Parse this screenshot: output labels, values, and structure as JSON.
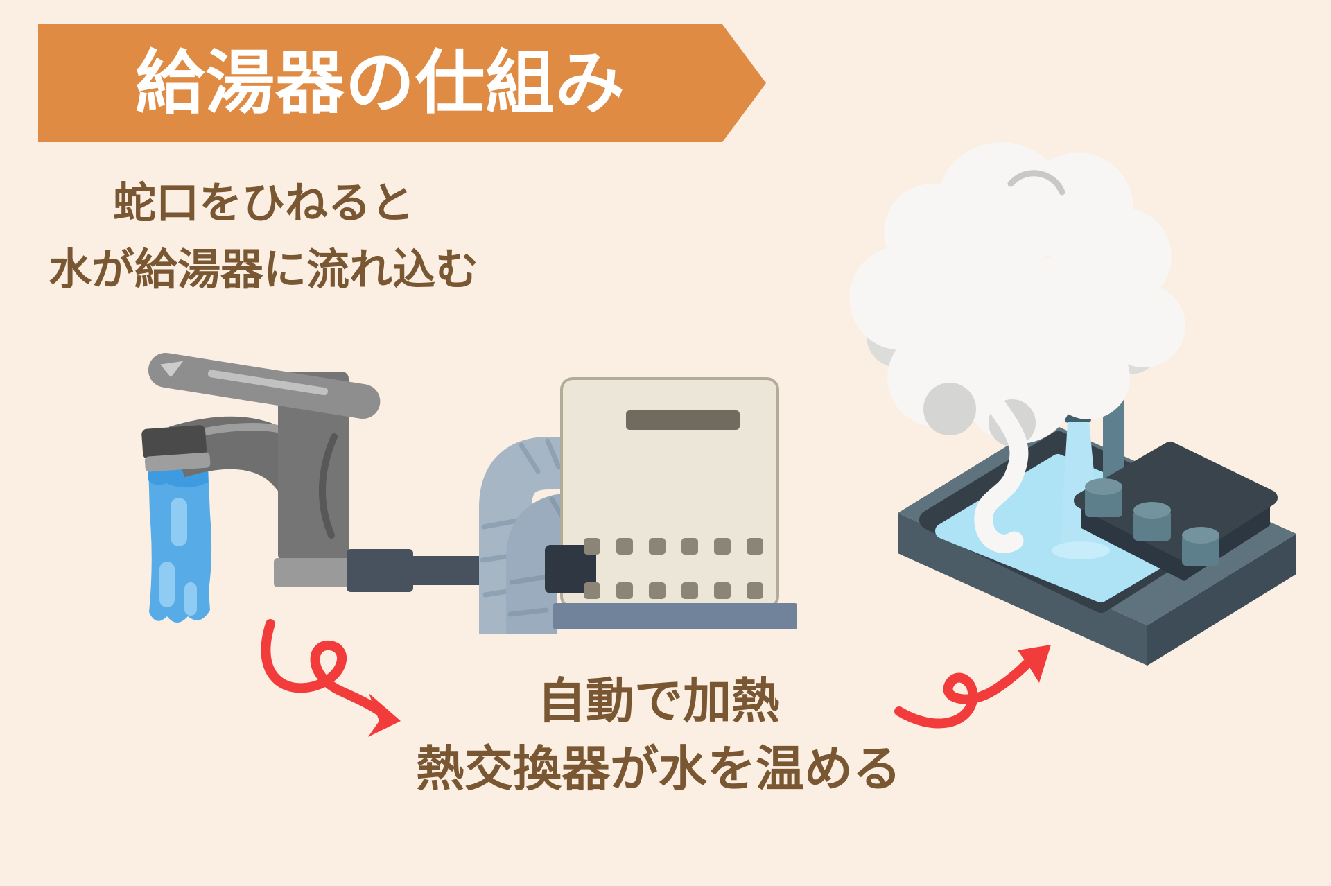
{
  "banner": {
    "title": "給湯器の仕組み"
  },
  "captions": {
    "intro_line1": "蛇口をひねると",
    "intro_line2": "水が給湯器に流れ込む",
    "process_line1": "自動で加熱",
    "process_line2": "熱交換器が水を温める"
  },
  "colors": {
    "background": "#FBEEE2",
    "banner_bg": "#DF8B43",
    "banner_text": "#FFFFFF",
    "caption_text": "#7A5733",
    "arrow_red": "#F23B3B",
    "cold_water_blue": "#57ACE8",
    "hot_water_blue": "#AEE2F5",
    "heater_body": "#ECE6D8",
    "heater_base": "#71839A",
    "pipe_gray": "#A6B6C5",
    "sink_slate": "#5E737E",
    "faucet_gray": "#757575",
    "steam_white": "#F7F6F4"
  },
  "illustrations": {
    "faucet": "faucet-with-running-cold-water",
    "heater": "gas-water-heater-with-pipes",
    "sink": "steaming-sink-with-hot-water",
    "arrow1": "red-curly-arrow-down-right",
    "arrow2": "red-curly-arrow-up-right"
  }
}
